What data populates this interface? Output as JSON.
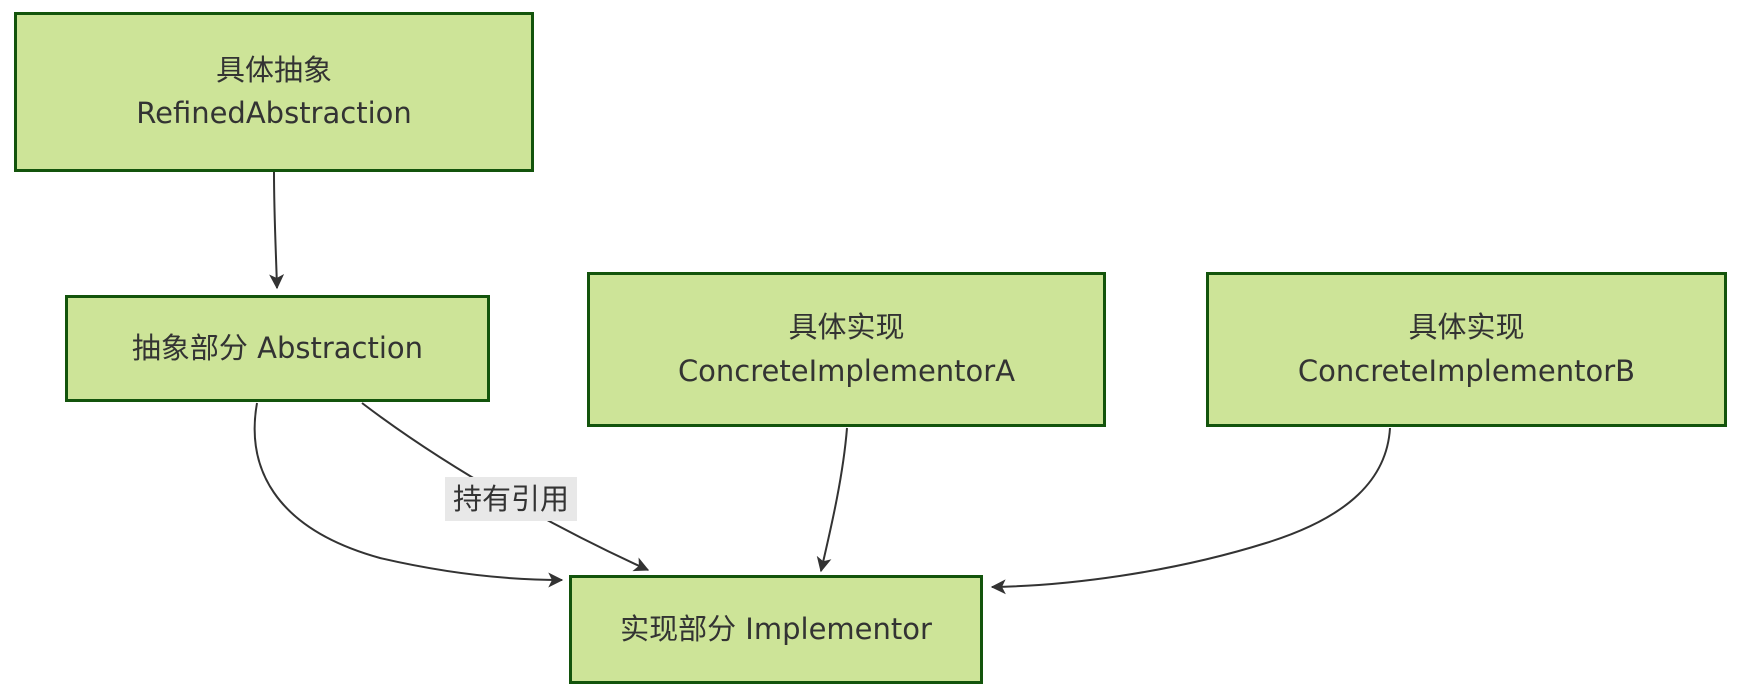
{
  "diagram": {
    "type": "flowchart",
    "direction": "top-down",
    "pattern": "Bridge",
    "colors": {
      "background": "#ffffff",
      "node_fill": "#cde498",
      "node_border": "#13540c",
      "node_text": "#333333",
      "edge_stroke": "#333333",
      "edge_label_background": "#e8e8e8"
    },
    "nodes": {
      "refined_abstraction": {
        "line1": "具体抽象",
        "line2": "RefinedAbstraction"
      },
      "abstraction": {
        "line1": "抽象部分 Abstraction"
      },
      "concrete_implementor_a": {
        "line1": "具体实现",
        "line2": "ConcreteImplementorA"
      },
      "concrete_implementor_b": {
        "line1": "具体实现",
        "line2": "ConcreteImplementorB"
      },
      "implementor": {
        "line1": "实现部分 Implementor"
      }
    },
    "edges": [
      {
        "from": "refined_abstraction",
        "to": "abstraction",
        "label": ""
      },
      {
        "from": "abstraction",
        "to": "implementor",
        "label": "持有引用"
      },
      {
        "from": "abstraction",
        "to": "implementor",
        "label": ""
      },
      {
        "from": "concrete_implementor_a",
        "to": "implementor",
        "label": ""
      },
      {
        "from": "concrete_implementor_b",
        "to": "implementor",
        "label": ""
      }
    ]
  }
}
